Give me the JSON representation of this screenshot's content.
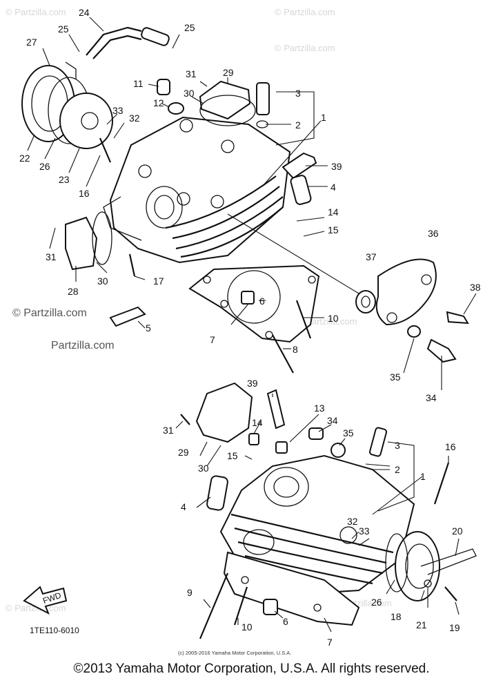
{
  "watermarks": {
    "site": "© Partzilla.com",
    "site_short": "Partzilla.com"
  },
  "diagram": {
    "code": "1TE110-6010",
    "fwd_arrow": "FWD",
    "inner_copyright": "(c) 2005-2016 Yamaha Motor Corporation, U.S.A.",
    "labels_upper": [
      "24",
      "25",
      "25",
      "27",
      "31",
      "29",
      "11",
      "30",
      "3",
      "12",
      "2",
      "1",
      "33",
      "32",
      "22",
      "26",
      "23",
      "16",
      "39",
      "4",
      "14",
      "15",
      "31",
      "36",
      "37",
      "30",
      "28",
      "17",
      "6",
      "38",
      "10",
      "7",
      "5",
      "8",
      "35",
      "34"
    ],
    "labels_lower": [
      "39",
      "13",
      "31",
      "14",
      "34",
      "35",
      "3",
      "29",
      "30",
      "15",
      "2",
      "1",
      "16",
      "4",
      "32",
      "33",
      "20",
      "9",
      "26",
      "18",
      "21",
      "19",
      "10",
      "6",
      "7"
    ]
  },
  "footer": {
    "copyright": "©2013 Yamaha Motor Corporation, U.S.A. All rights reserved."
  }
}
